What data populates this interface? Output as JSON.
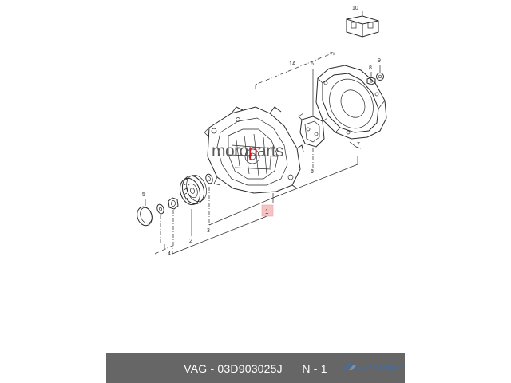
{
  "diagram": {
    "callouts": {
      "c10": "10",
      "c1a": "1A",
      "c6a": "6",
      "c7a": "7",
      "c8": "8",
      "c9": "9",
      "c7b": "7",
      "c6b": "6",
      "c5": "5",
      "c4": "4",
      "c2": "2",
      "c3": "3",
      "c1": "1"
    },
    "highlight_color": "#f6c3c3"
  },
  "watermark": {
    "part1": "moro",
    "part2": "p",
    "part3": "arts"
  },
  "footer": {
    "text": "VAG - 03D903025J      N - 1",
    "brand": "PARTSLINKER",
    "background": "#666666"
  }
}
